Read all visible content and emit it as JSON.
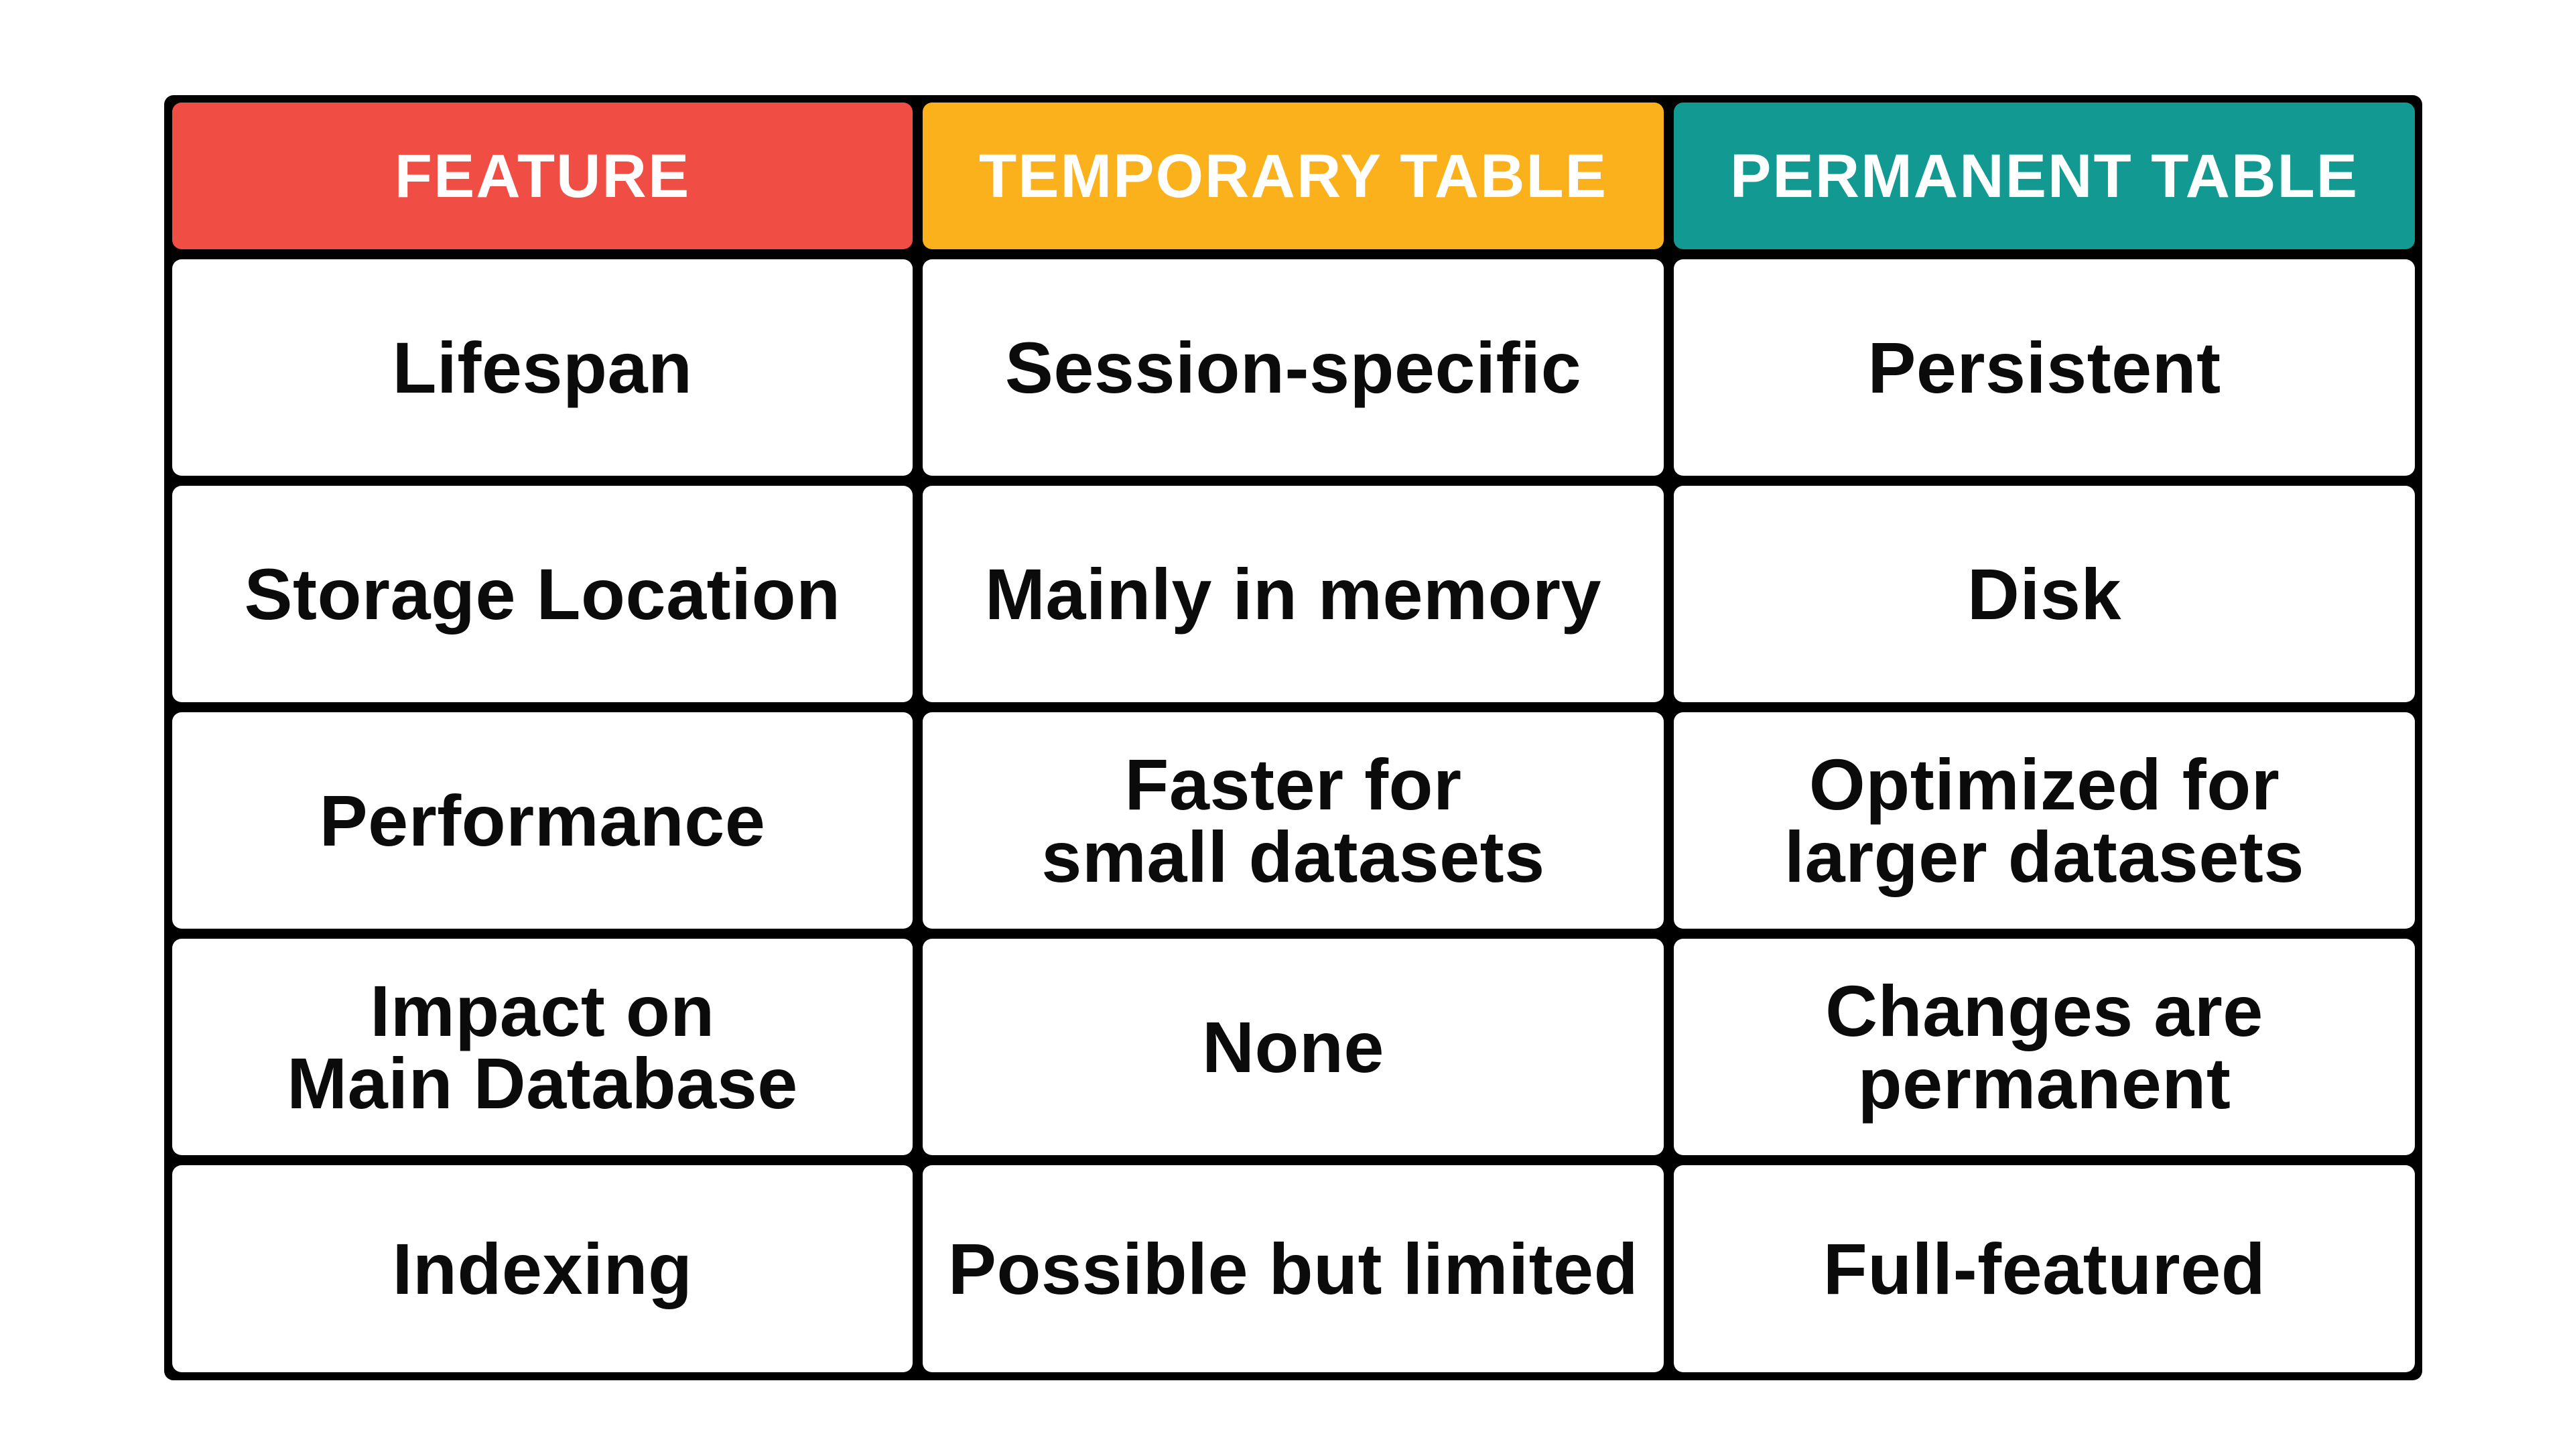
{
  "colors": {
    "feature_header": "#F04E45",
    "temporary_header": "#FBB11C",
    "permanent_header": "#129A92",
    "border": "#000000",
    "cell_background": "#FFFFFF",
    "text": "#0B0B0B"
  },
  "table": {
    "headers": [
      "FEATURE",
      "TEMPORARY TABLE",
      "PERMANENT TABLE"
    ],
    "rows": [
      [
        "Lifespan",
        "Session-specific",
        "Persistent"
      ],
      [
        "Storage Location",
        "Mainly in memory",
        "Disk"
      ],
      [
        "Performance",
        "Faster for\nsmall datasets",
        "Optimized for\nlarger datasets"
      ],
      [
        "Impact on\nMain Database",
        "None",
        "Changes are\npermanent"
      ],
      [
        "Indexing",
        "Possible but limited",
        "Full-featured"
      ]
    ]
  }
}
